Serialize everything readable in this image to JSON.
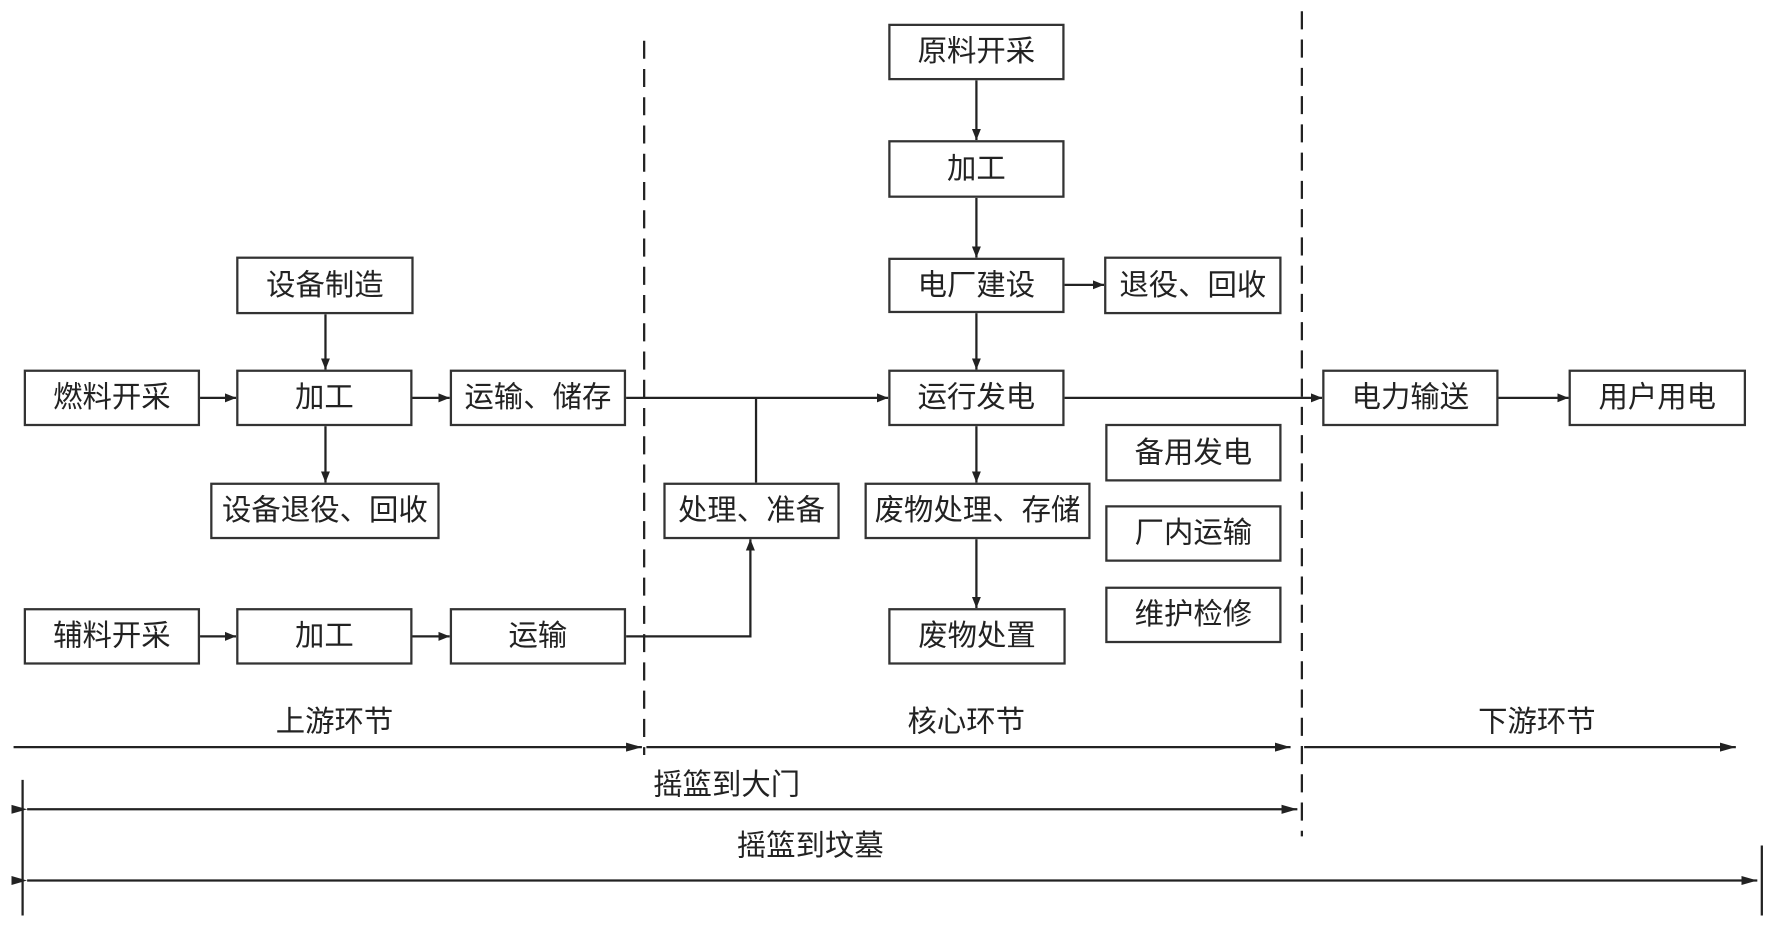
{
  "boxes": {
    "raw_mining": "原料开采",
    "raw_processing": "加工",
    "plant_construction": "电厂建设",
    "plant_decommission": "退役、回收",
    "operation": "运行发电",
    "power_transmission": "电力输送",
    "user_consumption": "用户用电",
    "equipment_manufacturing": "设备制造",
    "fuel_mining": "燃料开采",
    "fuel_processing": "加工",
    "transport_storage": "运输、储存",
    "equipment_decommission": "设备退役、回收",
    "aux_mining": "辅料开采",
    "aux_processing": "加工",
    "aux_transport": "运输",
    "treatment_preparation": "处理、准备",
    "waste_treatment_storage": "废物处理、存储",
    "waste_disposal": "废物处置",
    "backup_power": "备用发电",
    "plant_transport": "厂内运输",
    "maintenance": "维护检修"
  },
  "stages": {
    "upstream": "上游环节",
    "core": "核心环节",
    "downstream": "下游环节"
  },
  "spans": {
    "cradle_to_gate": "摇篮到大门",
    "cradle_to_grave": "摇篮到坟墓"
  }
}
